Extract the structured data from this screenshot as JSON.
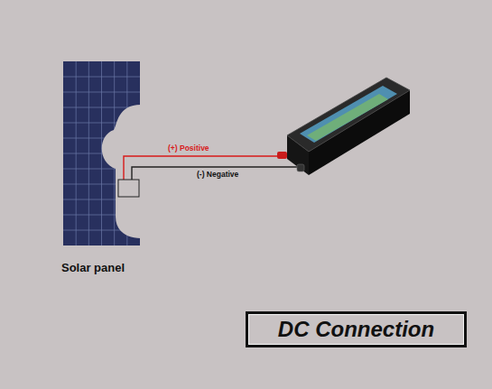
{
  "diagram": {
    "nodes": [
      {
        "text": [
          "DC Connection"
        ]
      }
    ],
    "labels": [
      "Solar panel",
      "(+) Positive",
      "(-) Negative"
    ]
  }
}
